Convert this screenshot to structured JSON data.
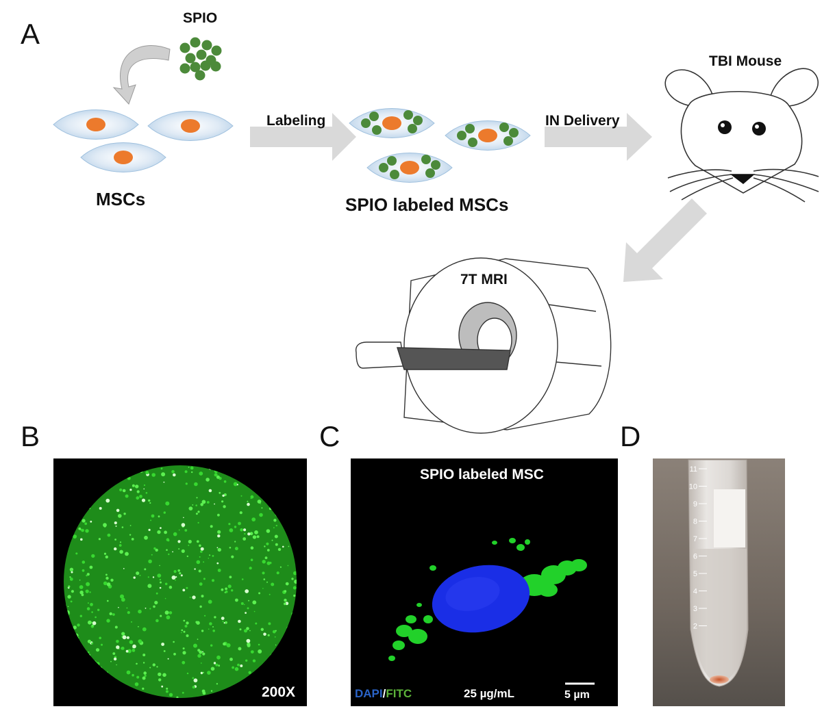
{
  "panels": {
    "a": {
      "letter": "A"
    },
    "b": {
      "letter": "B",
      "magnification": "200X"
    },
    "c": {
      "letter": "C",
      "title": "SPIO labeled MSC",
      "stain_dapi": "DAPI",
      "stain_sep": "/",
      "stain_fitc": "FITC",
      "concentration": "25 µg/mL",
      "scalebar": "5 µm"
    },
    "d": {
      "letter": "D",
      "tube_marks": [
        "11",
        "10",
        "9",
        "8",
        "7",
        "6",
        "5",
        "4",
        "3",
        "2"
      ]
    }
  },
  "labels": {
    "spio": "SPIO",
    "mscs": "MSCs",
    "labeling": "Labeling",
    "spio_labeled_mscs": "SPIO labeled MSCs",
    "in_delivery": "IN Delivery",
    "tbi_mouse": "TBI Mouse",
    "mri": "7T MRI"
  },
  "colors": {
    "cell_fill": "#c9ddef",
    "nucleus": "#ec7a2c",
    "spio_particle": "#4c8a3a",
    "arrow": "#d9d9d9",
    "fluor_green": "#22d12a",
    "dapi_blue": "#1a2ee6",
    "dapi_label": "#2a63c7",
    "fitc_label": "#5db33a"
  }
}
